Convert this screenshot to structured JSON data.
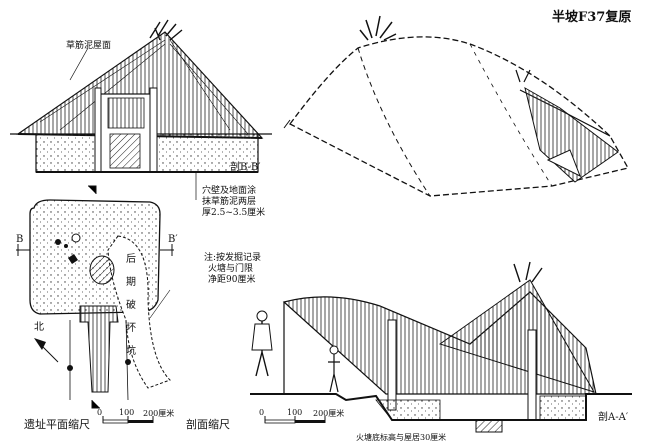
{
  "title": "半坡F37复原",
  "labels": {
    "roof_material": "草筋泥屋面",
    "section_bb": "剖B-B′",
    "wall_note": [
      "穴壁及地面涂",
      "抹草筋泥两层",
      "厚2.5~3.5厘米"
    ],
    "b_left": "B",
    "b_right": "B′",
    "disturbed_pit": [
      "后",
      "期",
      "破",
      "坏",
      "坑"
    ],
    "north": "北",
    "excavation_note": [
      "注:按发掘记录",
      "火塘与门限",
      "净距90厘米"
    ],
    "section_aa": "剖A-A′",
    "plan_scale": "遗址平面缩尺",
    "section_scale": "剖面缩尺",
    "hearth_caption": "火塘底标高与屋居30厘米"
  },
  "scales": {
    "plan": {
      "ticks": [
        "0",
        "100",
        "200厘米"
      ]
    },
    "section": {
      "ticks": [
        "0",
        "100",
        "200厘米"
      ]
    }
  }
}
